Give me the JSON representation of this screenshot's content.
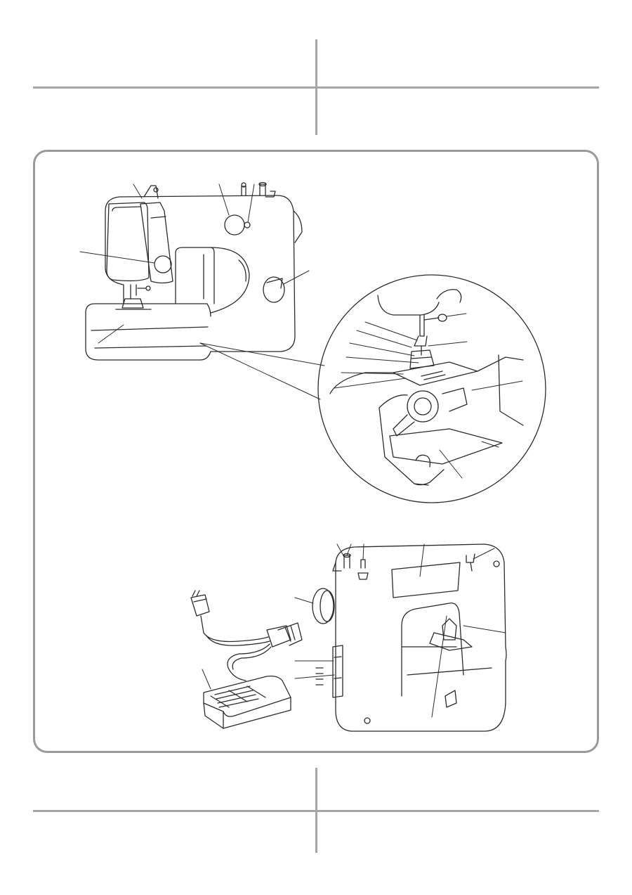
{
  "page": {
    "background": "#ffffff",
    "rule_color": "#a6a6a6",
    "frame_color": "#9a9a9a",
    "line_color": "#2b2b2b"
  },
  "illustrations": [
    {
      "name": "sewing-machine-front-view",
      "icon": "sewing-machine-front-icon"
    },
    {
      "name": "needle-and-bobbin-area-detail",
      "icon": "magnifier-detail-icon"
    },
    {
      "name": "sewing-machine-back-view",
      "icon": "sewing-machine-back-icon"
    },
    {
      "name": "foot-controller-with-power-cord",
      "icon": "foot-pedal-icon"
    }
  ]
}
